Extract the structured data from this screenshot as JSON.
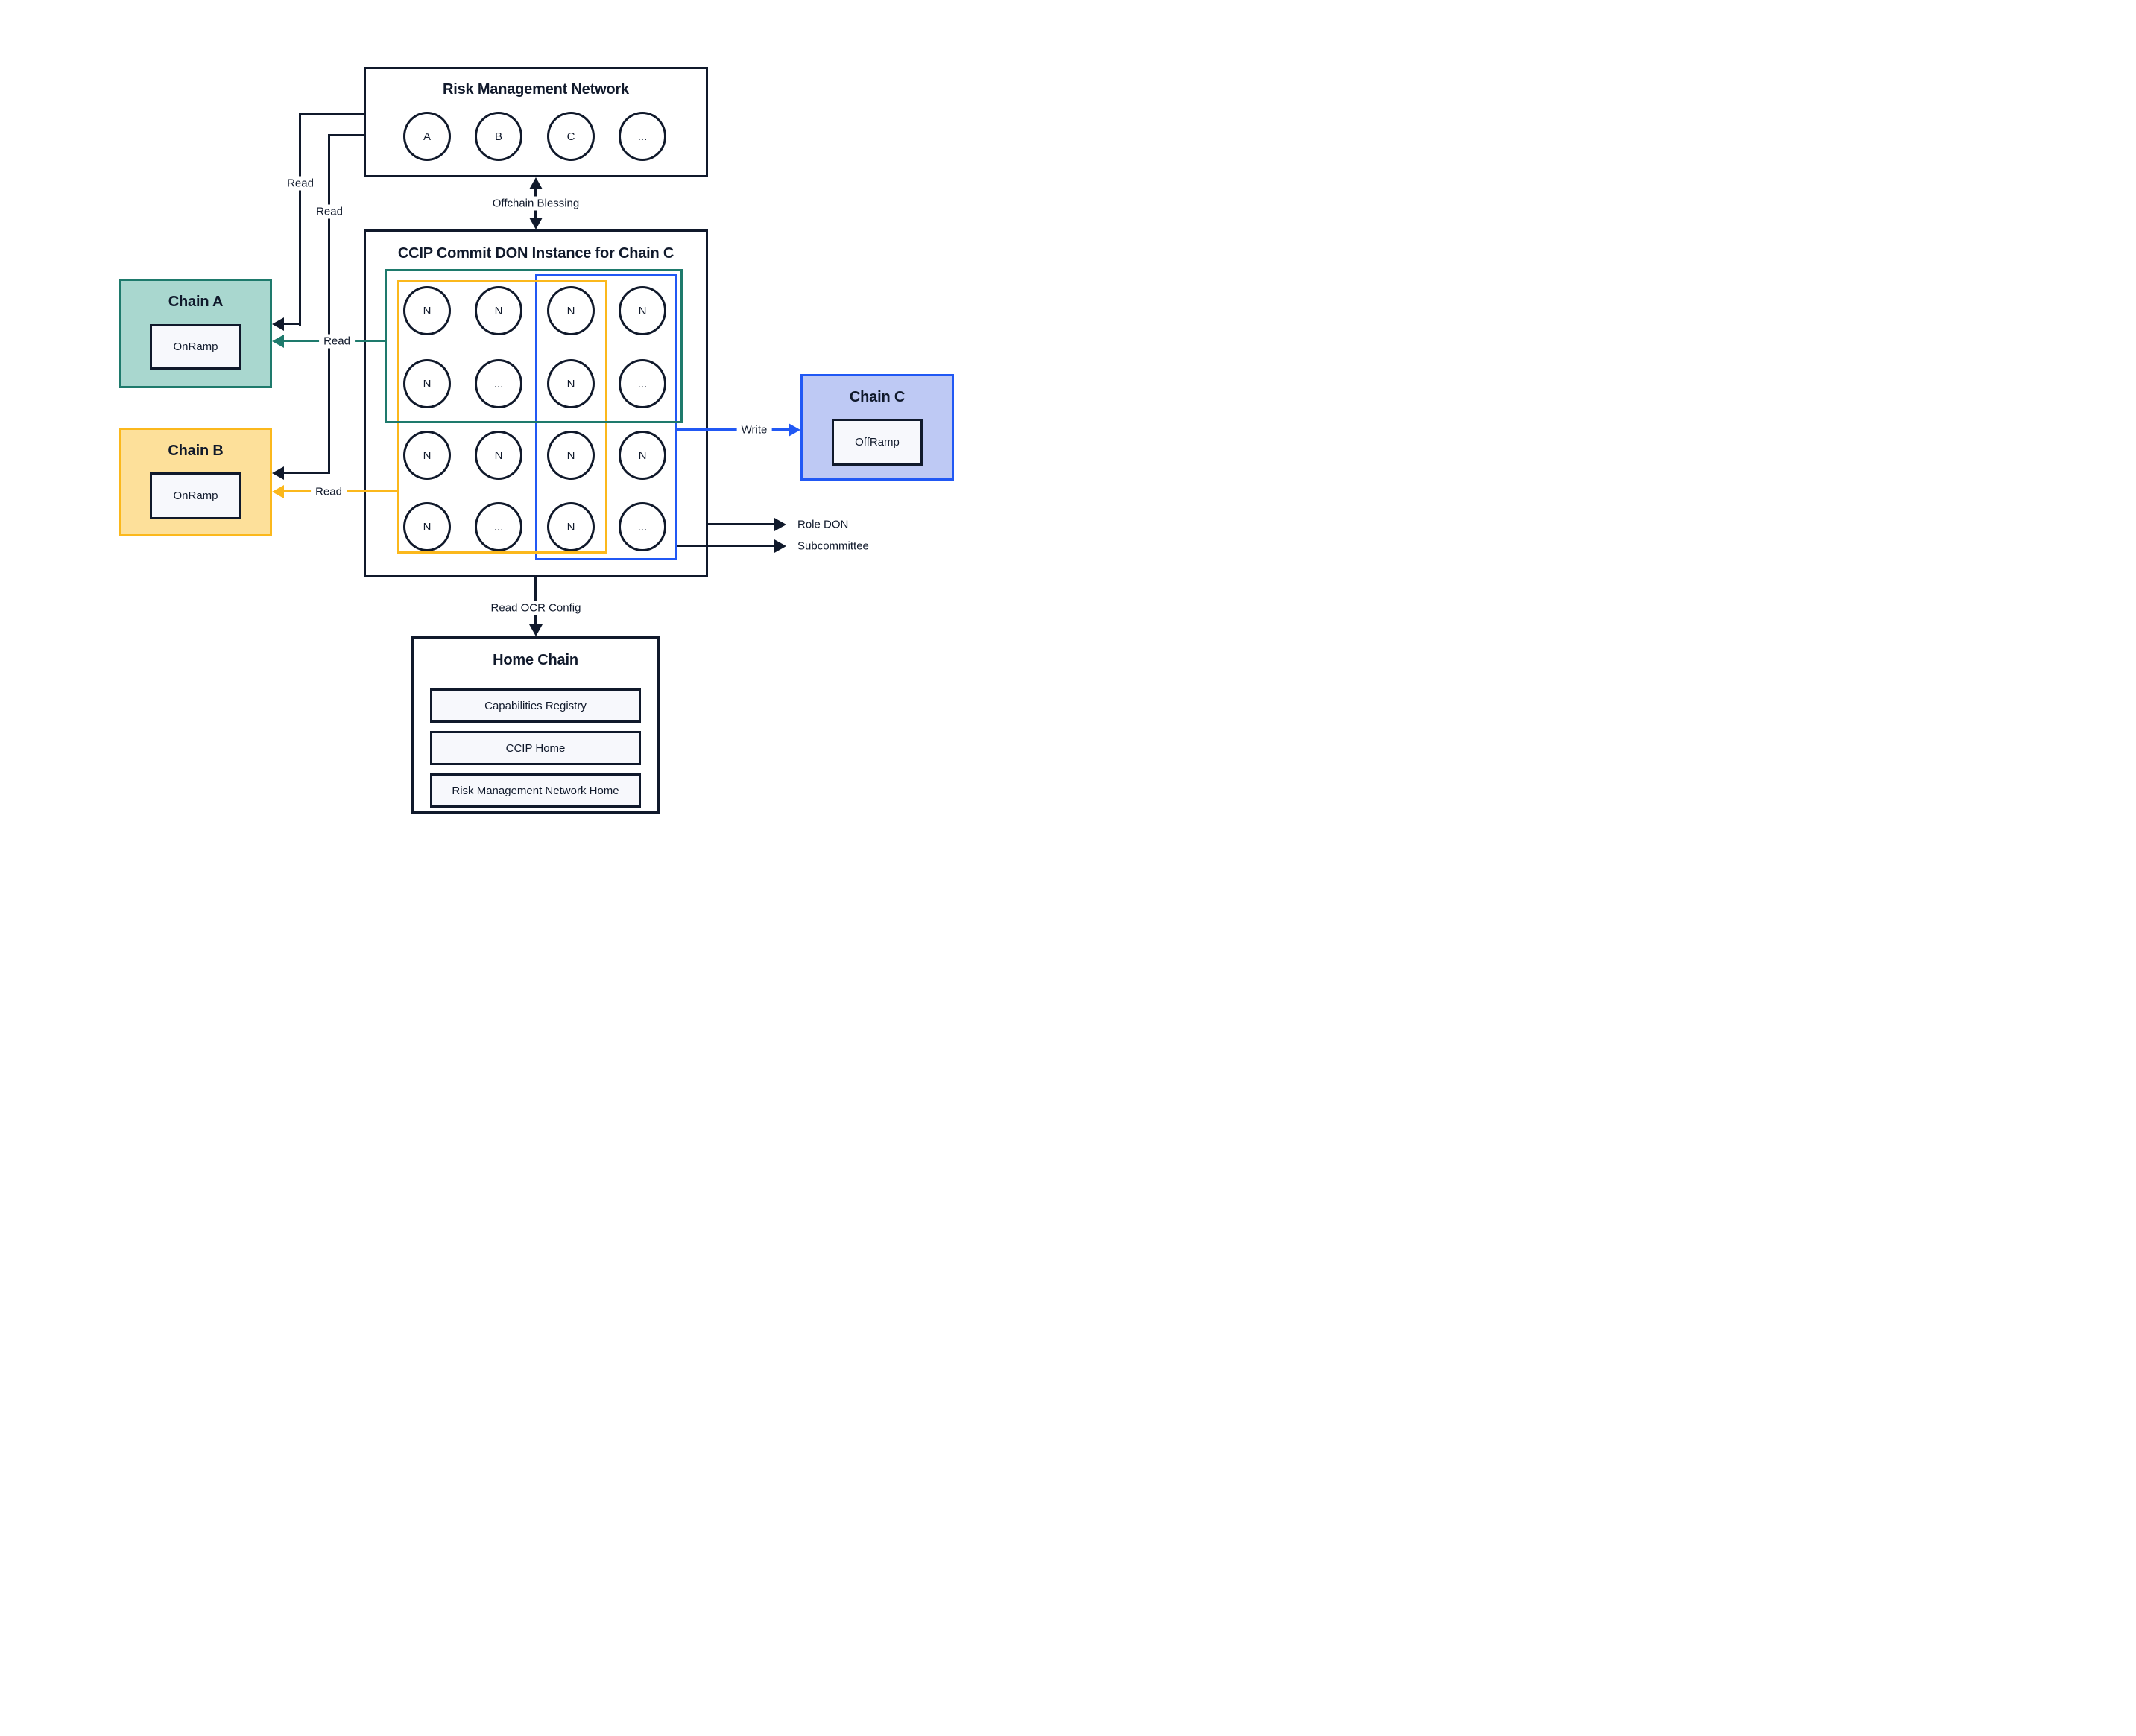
{
  "rmn": {
    "title": "Risk Management Network",
    "nodes": [
      "A",
      "B",
      "C",
      "..."
    ]
  },
  "ccip_don": {
    "title": "CCIP Commit DON Instance for Chain C",
    "nodes": [
      "N",
      "N",
      "N",
      "N",
      "N",
      "...",
      "N",
      "...",
      "N",
      "N",
      "N",
      "N",
      "N",
      "...",
      "N",
      "..."
    ]
  },
  "chain_a": {
    "title": "Chain A",
    "contract": "OnRamp"
  },
  "chain_b": {
    "title": "Chain B",
    "contract": "OnRamp"
  },
  "chain_c": {
    "title": "Chain C",
    "contract": "OffRamp"
  },
  "home_chain": {
    "title": "Home Chain",
    "contracts": [
      "Capabilities Registry",
      "CCIP Home",
      "Risk Management Network Home"
    ]
  },
  "edges": {
    "read_rmn_to_chain_a": "Read",
    "read_rmn_to_chain_b": "Read",
    "read_committee_to_chain_a": "Read",
    "read_committee_to_chain_b": "Read",
    "offchain_blessing": "Offchain Blessing",
    "write_to_chain_c": "Write",
    "read_ocr_config": "Read OCR Config",
    "role_don": "Role DON",
    "subcommittee": "Subcommittee"
  },
  "colors": {
    "ink": "#10192B",
    "teal_border": "#1E7A6C",
    "teal_fill": "#A9D7CF",
    "amber_border": "#FBB81C",
    "amber_fill": "#FDE09A",
    "blue_border": "#2158F4",
    "blue_fill": "#BEC9F4",
    "panel_fill": "#F7F8FC"
  }
}
